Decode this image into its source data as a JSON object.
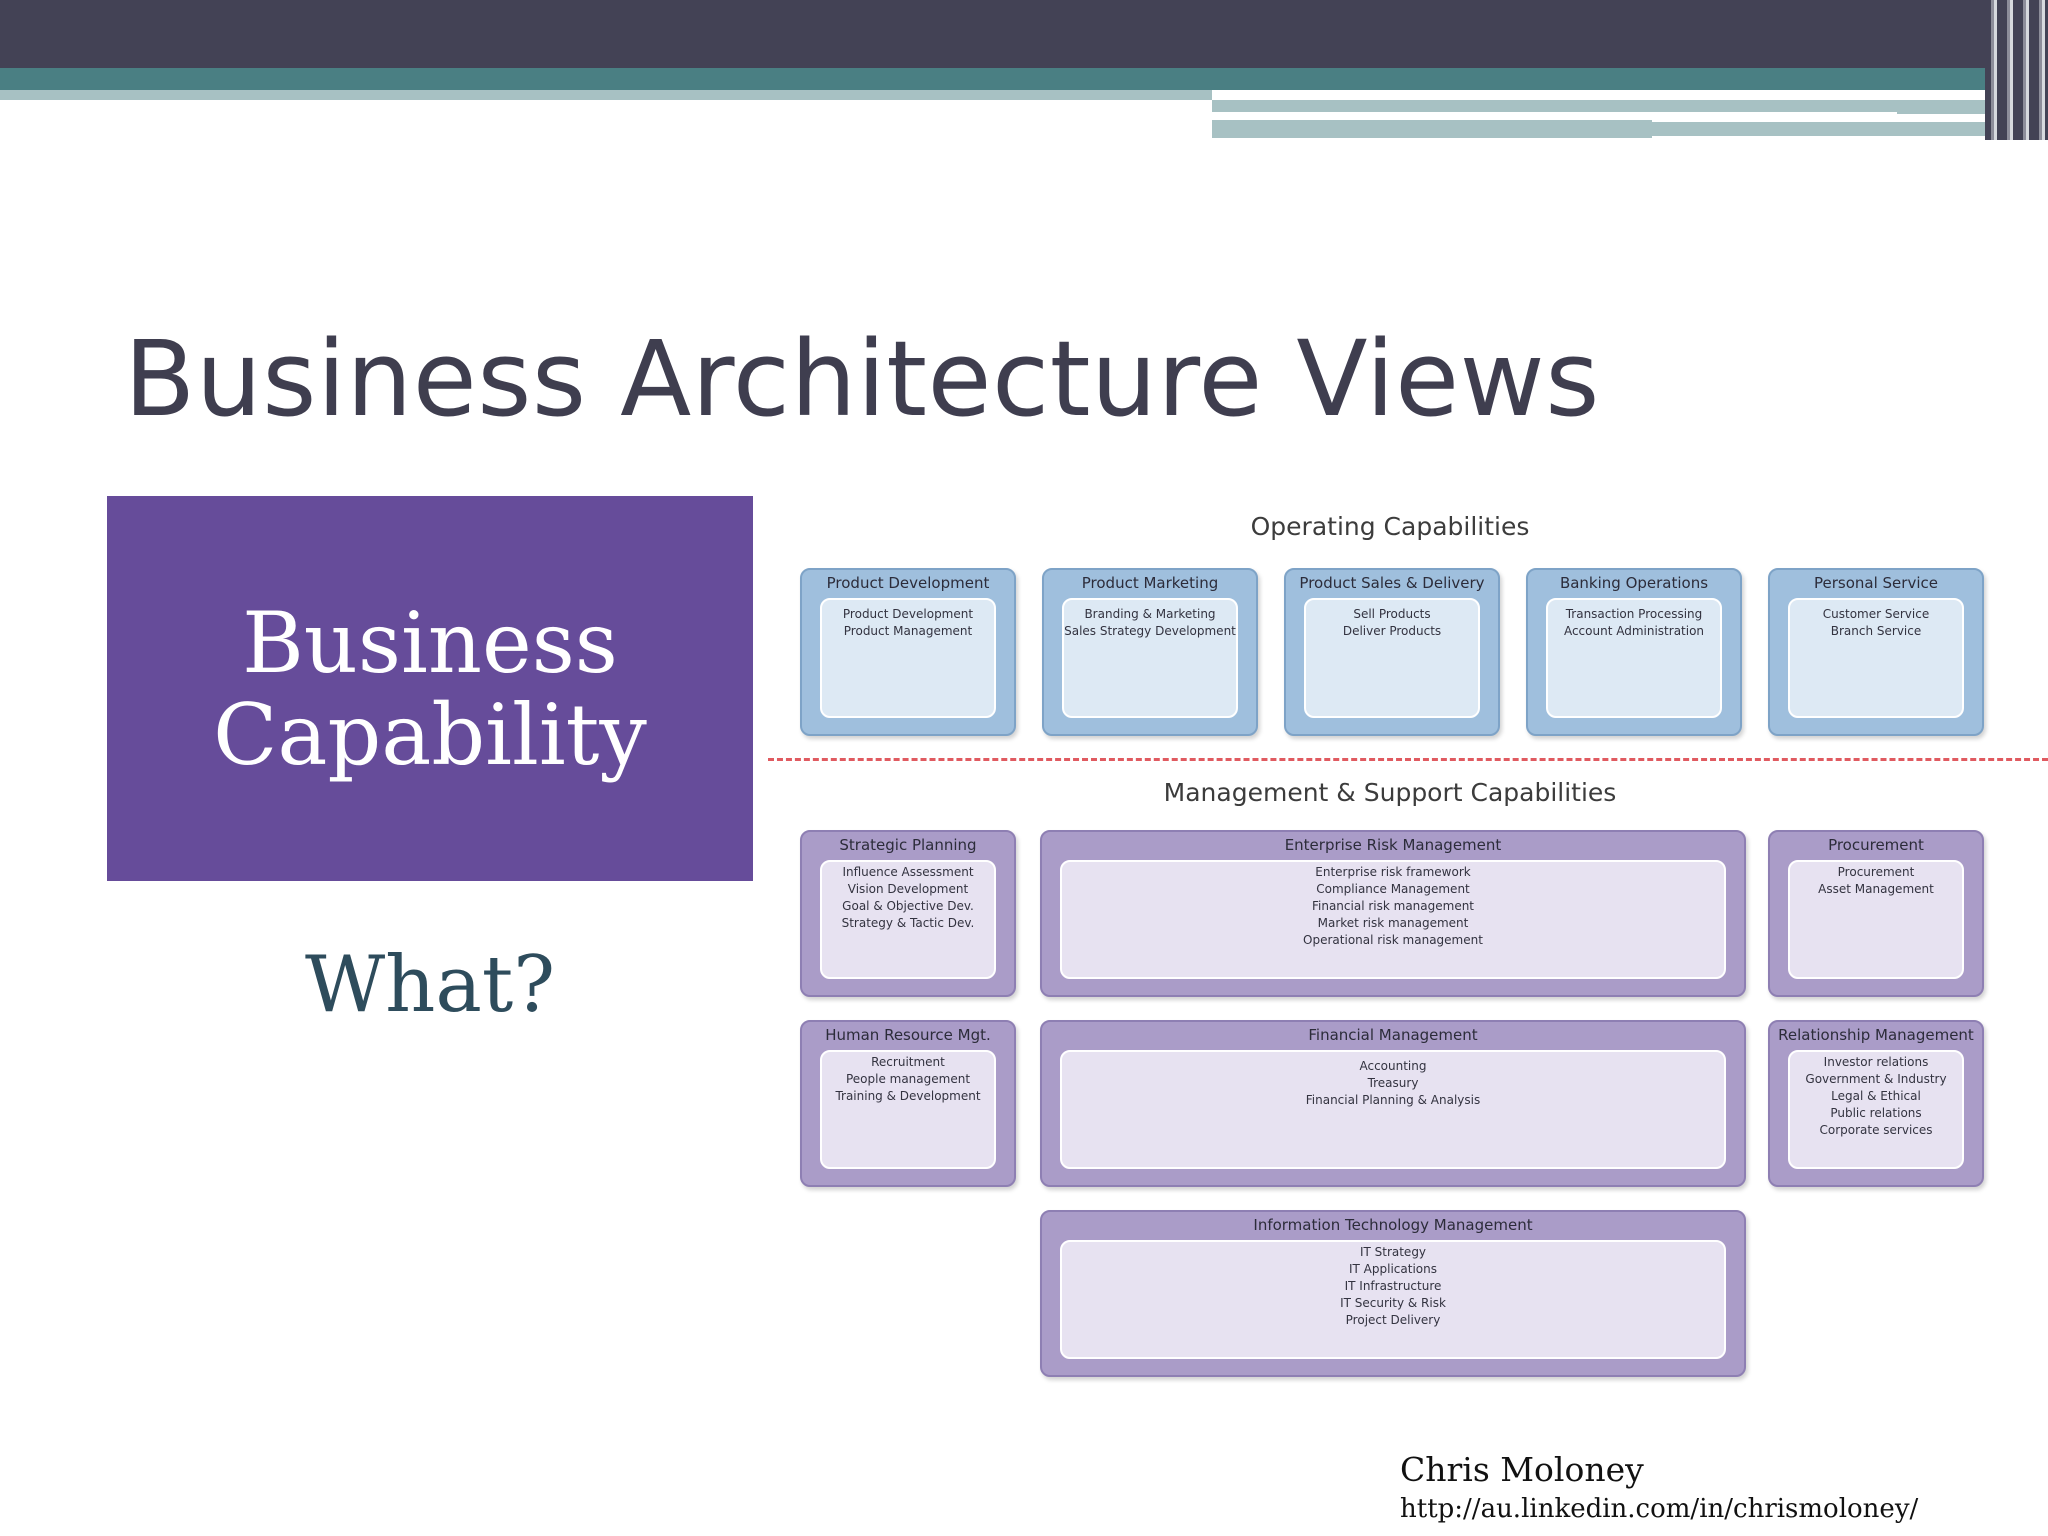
{
  "slide": {
    "title": "Business Architecture Views",
    "box_label": "Business Capability",
    "question": "What?",
    "credit_name": "Chris Moloney",
    "credit_url": "http://au.linkedin.com/in/chrismoloney/"
  },
  "colors": {
    "header_dark": "#434255",
    "header_teal": "#4a7f83",
    "accent_purple": "#664c9a",
    "divider_red": "#e05a60",
    "operating_blue": "#9fbfdd",
    "support_purple": "#aa9cc8"
  },
  "diagram": {
    "operating_title": "Operating Capabilities",
    "support_title": "Management & Support Capabilities",
    "operating": [
      {
        "title": "Product Development",
        "items": [
          "Product Development",
          "Product Management"
        ]
      },
      {
        "title": "Product Marketing",
        "items": [
          "Branding & Marketing",
          "Sales Strategy Development"
        ]
      },
      {
        "title": "Product Sales & Delivery",
        "items": [
          "Sell Products",
          "Deliver Products"
        ]
      },
      {
        "title": "Banking Operations",
        "items": [
          "Transaction Processing",
          "Account Administration"
        ]
      },
      {
        "title": "Personal Service",
        "items": [
          "Customer Service",
          "Branch Service"
        ]
      }
    ],
    "support": [
      {
        "title": "Strategic Planning",
        "items": [
          "Influence Assessment",
          "Vision Development",
          "Goal & Objective Dev.",
          "Strategy & Tactic Dev."
        ]
      },
      {
        "title": "Enterprise Risk Management",
        "items": [
          "Enterprise risk framework",
          "Compliance Management",
          "Financial risk management",
          "Market risk management",
          "Operational risk management"
        ]
      },
      {
        "title": "Procurement",
        "items": [
          "Procurement",
          "Asset Management"
        ]
      },
      {
        "title": "Human Resource Mgt.",
        "items": [
          "Recruitment",
          "People management",
          "Training & Development"
        ]
      },
      {
        "title": "Financial Management",
        "items": [
          "Accounting",
          "Treasury",
          "Financial Planning & Analysis"
        ]
      },
      {
        "title": "Relationship Management",
        "items": [
          "Investor relations",
          "Government & Industry",
          "Legal & Ethical",
          "Public relations",
          "Corporate services"
        ]
      },
      {
        "title": "Information Technology Management",
        "items": [
          "IT Strategy",
          "IT Applications",
          "IT Infrastructure",
          "IT Security & Risk",
          "Project Delivery"
        ]
      }
    ]
  }
}
